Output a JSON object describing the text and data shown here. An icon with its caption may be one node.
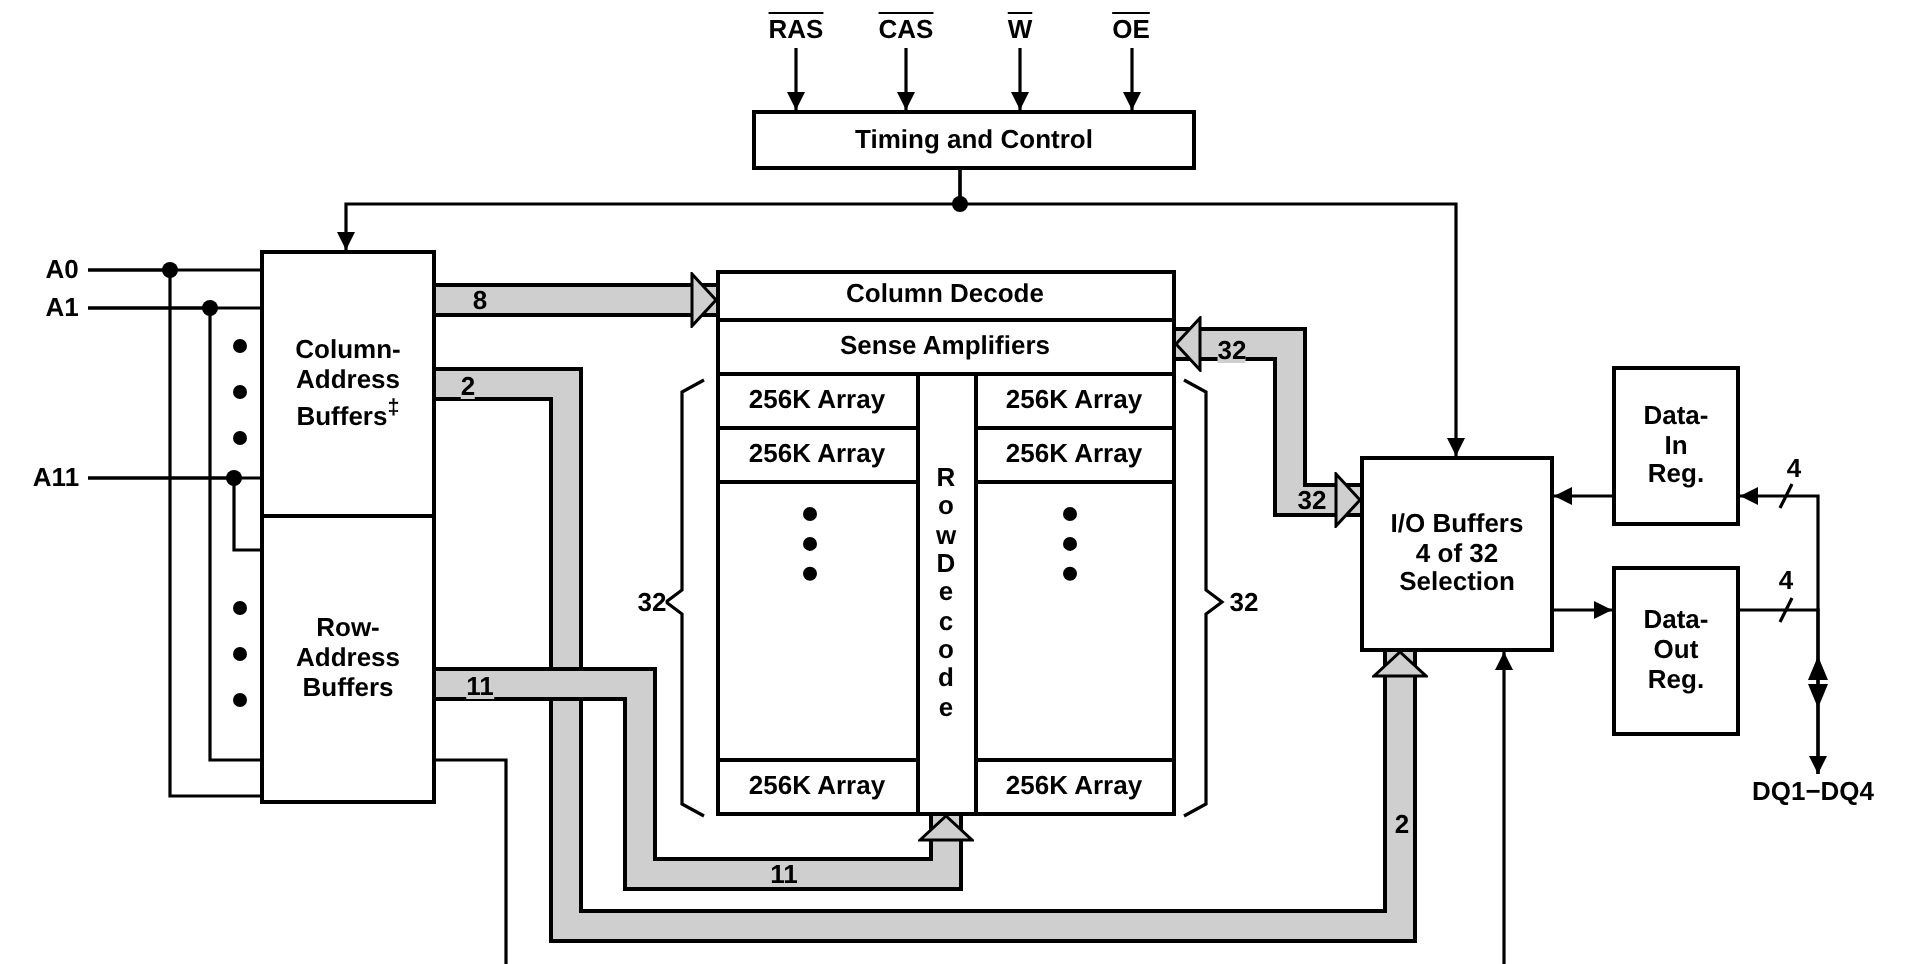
{
  "diagram": {
    "nodes": [
      {
        "text": [
          "RAS"
        ]
      },
      {
        "text": [
          "CAS"
        ]
      },
      {
        "text": [
          "W"
        ]
      },
      {
        "text": [
          "OE"
        ]
      },
      {
        "text": [
          "Timing and Control"
        ]
      },
      {
        "text": [
          "A0"
        ]
      },
      {
        "text": [
          "A1"
        ]
      },
      {
        "text": [
          "A11"
        ]
      },
      {
        "text": [
          "Column- Address Buffers$^{‡}$"
        ]
      },
      {
        "text": [
          "Row- Address Buffers"
        ]
      },
      {
        "text": [],
        "shape": "box"
      },
      {
        "text": [
          "Column Decode"
        ],
        "in": 10
      },
      {
        "text": [
          "Sense Amplifiers"
        ],
        "in": 10
      },
      {
        "text": [
          "256K Array"
        ],
        "in": 10
      },
      {
        "text": [
          "Row Decode"
        ],
        "in": 10
      },
      {
        "text": [
          "256K Array"
        ],
        "in": 10
      },
      {
        "text": [
          "256K Array"
        ],
        "in": 10
      },
      {
        "text": [
          "256K Array"
        ],
        "in": 10
      },
      {
        "text": [
          "256K Array"
        ],
        "in": 10
      },
      {
        "text": [
          "256K Array"
        ],
        "in": 10
      },
      {
        "text": [
          "I/O Buffers 4 of 32 Selection"
        ]
      },
      {
        "text": [
          "Data- In Reg."
        ]
      },
      {
        "text": [
          "Data- Out Reg."
        ]
      },
      {
        "text": [
          "DQ1−DQ4"
        ]
      }
    ],
    "edges": [
      {
        "from": 0,
        "to": 4,
        "arrow": "to"
      },
      {
        "from": 1,
        "to": 4,
        "arrow": "to"
      },
      {
        "from": 2,
        "to": 4,
        "arrow": "to"
      },
      {
        "from": 3,
        "to": 4,
        "arrow": "to"
      },
      {
        "from": 4,
        "to": 8,
        "arrow": "to"
      },
      {
        "from": 4,
        "to": 20,
        "arrow": "to"
      },
      {
        "from": 5,
        "to": 8,
        "arrow": "none"
      },
      {
        "from": 5,
        "to": 9,
        "arrow": "none"
      },
      {
        "from": 6,
        "to": 8,
        "arrow": "none"
      },
      {
        "from": 6,
        "to": 9,
        "arrow": "none"
      },
      {
        "from": 7,
        "to": 8,
        "arrow": "none"
      },
      {
        "from": 7,
        "to": 9,
        "arrow": "none"
      },
      {
        "from": 8,
        "to": 11,
        "arrow": "to",
        "label": "8",
        "style": "thick",
        "color": "#cfcfcf"
      },
      {
        "from": 8,
        "to": 20,
        "arrow": "to",
        "label": "2",
        "style": "thick",
        "color": "#cfcfcf"
      },
      {
        "from": 9,
        "to": 14,
        "arrow": "to",
        "label": "11",
        "style": "thick",
        "color": "#cfcfcf"
      },
      {
        "from": 12,
        "to": 20,
        "arrow": "both",
        "label": "32",
        "style": "thick",
        "color": "#cfcfcf"
      },
      {
        "from": 21,
        "to": 20,
        "arrow": "to"
      },
      {
        "from": 20,
        "to": 22,
        "arrow": "to"
      },
      {
        "from": 23,
        "to": 21,
        "arrow": "to",
        "label": "4"
      },
      {
        "from": 22,
        "to": 23,
        "arrow": "to",
        "label": "4"
      },
      {
        "from": 9,
        "to": null,
        "arrow": "none"
      },
      {
        "from": null,
        "to": 20,
        "arrow": "to"
      }
    ],
    "labels": [
      "32",
      "32",
      "32",
      "2",
      "11"
    ]
  }
}
